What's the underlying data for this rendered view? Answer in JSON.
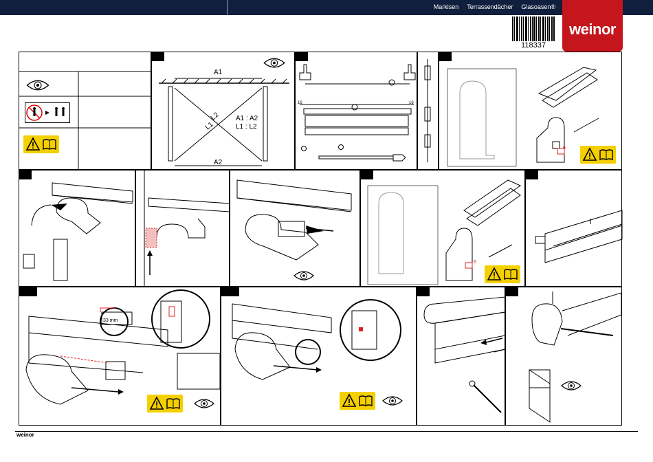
{
  "header": {
    "nav": [
      "Markisen",
      "Terrassendächer",
      "Glasoasen®"
    ],
    "brand": "weinor"
  },
  "barcode": {
    "number": "118337"
  },
  "panel_measure": {
    "labels": {
      "a1": "A1",
      "a2": "A2",
      "l1": "L1",
      "l2": "L2",
      "eq1": "A1 : A2",
      "eq2": "L1 : L2"
    }
  },
  "details": {
    "dim_6a": "6",
    "dim_6b": "6",
    "dim_33": "33 mm",
    "dim_16a": "16",
    "dim_16b": "16"
  },
  "footer": {
    "brand": "weinor"
  },
  "colors": {
    "topbar": "#0f1f3d",
    "logo": "#c4161c",
    "warning": "#f5d000",
    "highlight": "#e02020"
  },
  "icons": [
    "eye-icon",
    "warning-icon",
    "manual-book-icon",
    "two-persons-icon"
  ]
}
